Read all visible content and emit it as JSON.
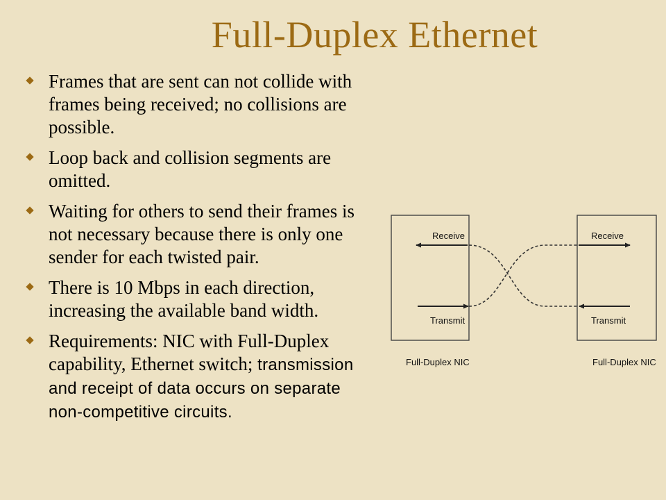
{
  "slide": {
    "title": "Full-Duplex Ethernet",
    "bullets": [
      {
        "text": "Frames that are sent can not collide with frames being received; no collisions are possible."
      },
      {
        "text": "Loop back and collision segments are omitted."
      },
      {
        "text": "Waiting for others to send their frames is not necessary because there is only one sender for each twisted pair."
      },
      {
        "text": "There is 10 Mbps in each direction, increasing the available band width."
      },
      {
        "text": "Requirements: NIC with Full-Duplex capability, Ethernet switch;",
        "text_sans": "transmission and receipt of data occurs on separate non-competitive circuits."
      }
    ]
  },
  "diagram": {
    "left_receive": "Receive",
    "left_transmit": "Transmit",
    "right_receive": "Receive",
    "right_transmit": "Transmit",
    "left_caption": "Full-Duplex NIC",
    "right_caption": "Full-Duplex NIC"
  },
  "colors": {
    "background": "#ede2c4",
    "title": "#9c6a14",
    "bullet_marker": "#9c6a14"
  },
  "icons": {
    "bullet_marker": "diamond-bullet-icon"
  }
}
